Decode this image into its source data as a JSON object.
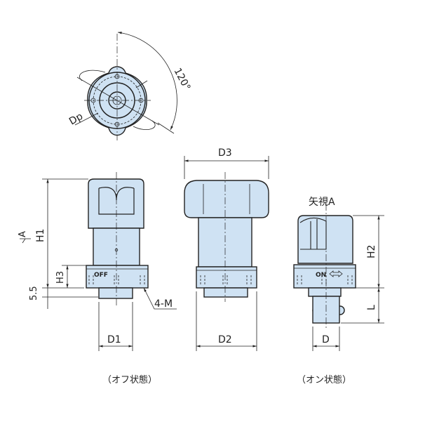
{
  "labels": {
    "angle": "120°",
    "dp": "Dp",
    "d3": "D3",
    "view_a": "矢視A",
    "a_mark": "A",
    "h1": "H1",
    "h2": "H2",
    "h3": "H3",
    "offset": "5.5",
    "four_m": "4-M",
    "off": "OFF",
    "on": "ON",
    "l": "L",
    "d1": "D1",
    "d2": "D2",
    "d": "D",
    "off_state": "（オフ状態）",
    "on_state": "（オン状態）"
  },
  "colors": {
    "body_fill": "#cfe2f3",
    "line": "#222222"
  }
}
